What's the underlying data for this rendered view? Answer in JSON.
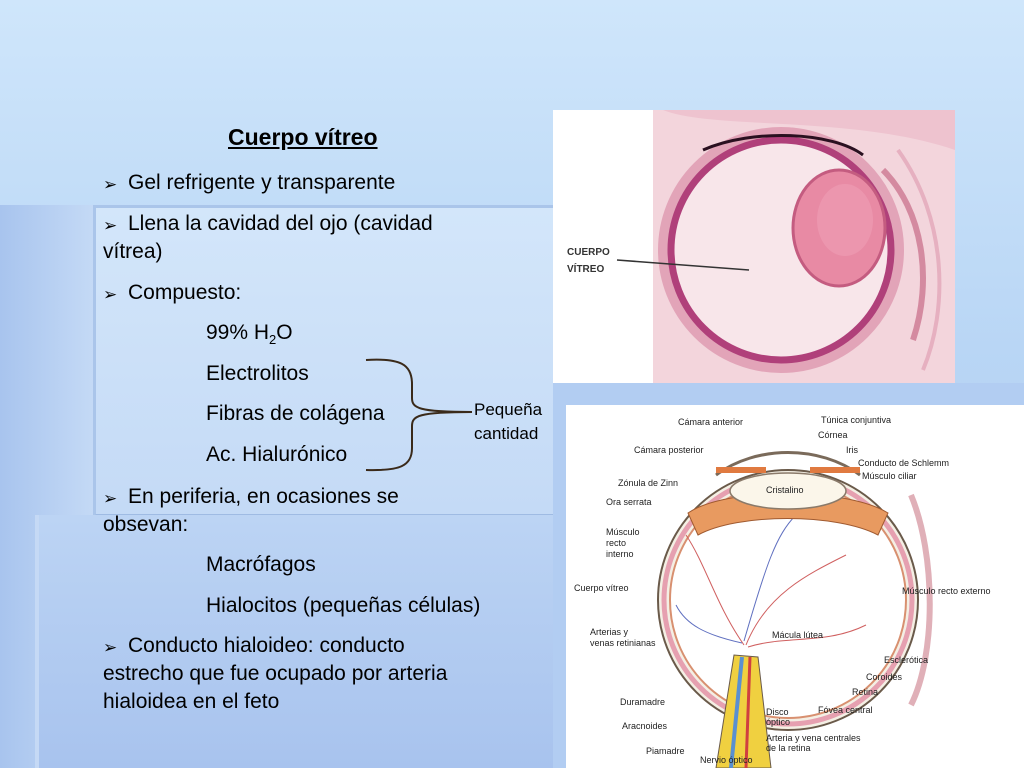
{
  "slide": {
    "title": "Cuerpo vítreo",
    "bullet_glyph": "➢",
    "b1": "Gel refrigente y transparente",
    "b2_line1": "Llena la cavidad del ojo (cavidad",
    "b2_line2": "vítrea)",
    "b3": "Compuesto:",
    "comp_water": "99% H",
    "comp_water_sub": "2",
    "comp_water_tail": "O",
    "comp_electrolitos": "Electrolitos",
    "comp_fibras": "Fibras de colágena",
    "comp_ac": "Ac. Hialurónico",
    "note_line1": "Pequeña",
    "note_line2": "cantidad",
    "b4_line1": "En periferia, en ocasiones se",
    "b4_line2": "obsevan:",
    "cell_macrofagos": "Macrófagos",
    "cell_hialocitos": "Hialocitos (pequeñas células)",
    "b5_line1": "Conducto hialoideo: conducto",
    "b5_line2": "estrecho que fue ocupado por arteria",
    "b5_line3": "hialoidea en el feto"
  },
  "micrograph": {
    "label_line1": "CUERPO",
    "label_line2": "VÍTREO"
  },
  "diagram": {
    "camara_anterior": "Cámara anterior",
    "tunica_conjuntiva": "Túnica conjuntiva",
    "cornea": "Córnea",
    "camara_posterior": "Cámara posterior",
    "iris": "Iris",
    "conducto_schlemm": "Conducto de Schlemm",
    "zonula_zinn": "Zónula de Zinn",
    "cristalino": "Cristalino",
    "musculo_ciliar": "Músculo ciliar",
    "ora_serrata": "Ora serrata",
    "musculo_recto_interno_1": "Músculo",
    "musculo_recto_interno_2": "recto",
    "musculo_recto_interno_3": "interno",
    "cuerpo_vitreo": "Cuerpo vítreo",
    "musculo_recto_externo": "Músculo recto externo",
    "arterias_venas_1": "Arterias y",
    "arterias_venas_2": "venas retinianas",
    "macula_lutea": "Mácula lútea",
    "esclerotica": "Esclerótica",
    "coroides": "Coroides",
    "retina": "Retina",
    "duramadre": "Duramadre",
    "disco_optico_1": "Disco",
    "disco_optico_2": "óptico",
    "fovea_central": "Fóvea central",
    "aracnoides": "Aracnoides",
    "arteria_vena_1": "Arteria y vena centrales",
    "arteria_vena_2": "de la retina",
    "piamadre": "Piamadre",
    "nervio_optico": "Nervio óptico"
  },
  "colors": {
    "background": "#b9d6f5",
    "micrograph_bg": "#f6e4e8",
    "tissue_purple": "#b0407a",
    "lens_pink": "#e88aa4"
  }
}
